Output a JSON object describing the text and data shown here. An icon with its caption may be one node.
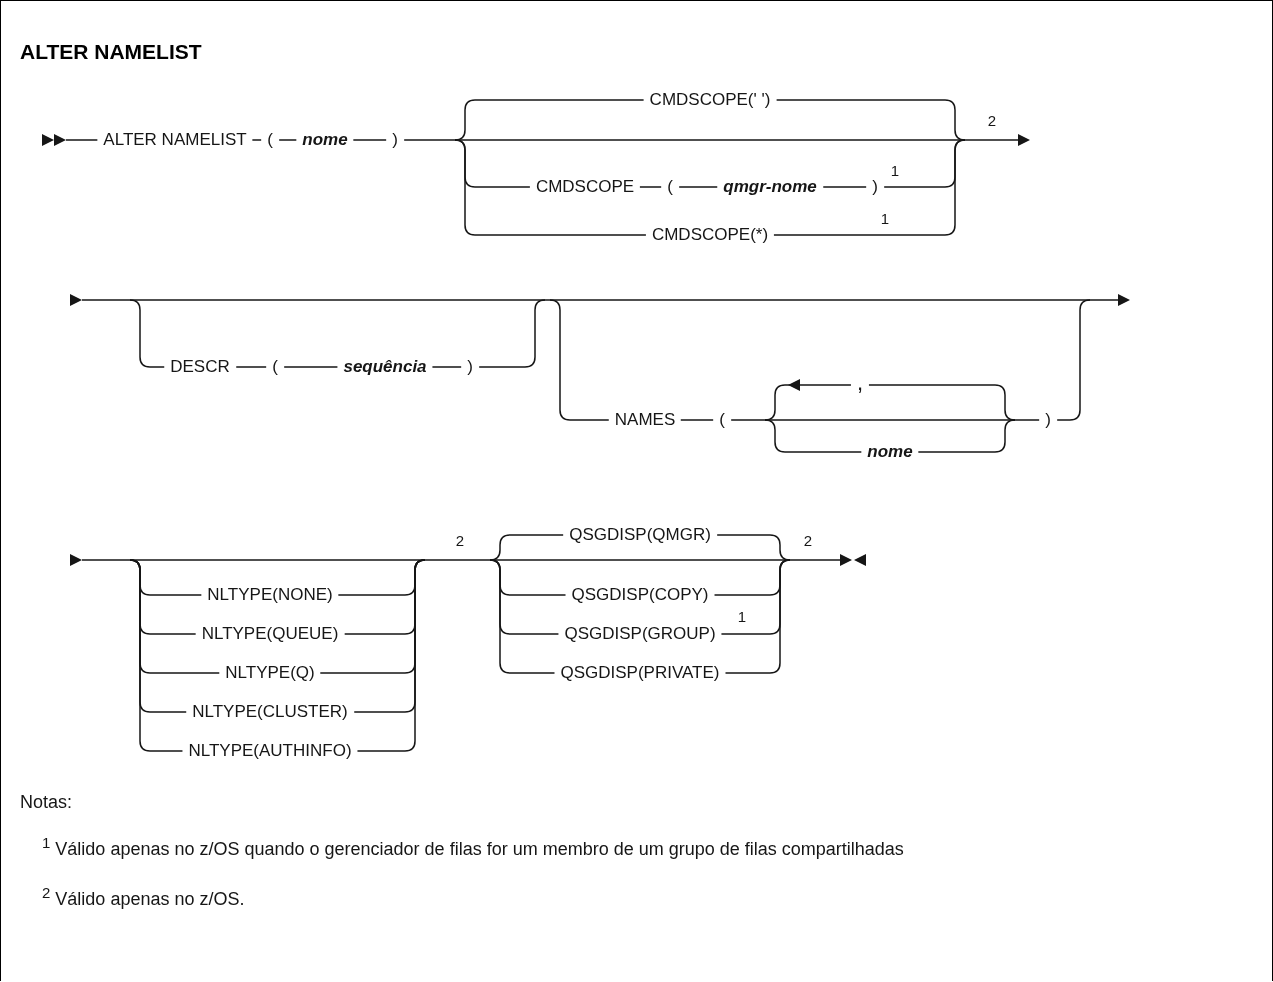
{
  "diagram": {
    "title": "ALTER NAMELIST",
    "labels": [
      "ALTER NAMELIST",
      "(",
      "nome",
      ")",
      "CMDSCOPE(' ')",
      "2",
      "CMDSCOPE",
      "(",
      "qmgr-nome",
      ")",
      "1",
      "CMDSCOPE(*)",
      "1",
      "DESCR",
      "(",
      "sequência",
      ")",
      ",",
      "NAMES",
      "(",
      ")",
      "nome",
      "2",
      "QSGDISP(QMGR)",
      "2",
      "NLTYPE(NONE)",
      "QSGDISP(COPY)",
      "NLTYPE(QUEUE)",
      "QSGDISP(GROUP)",
      "1",
      "NLTYPE(Q)",
      "QSGDISP(PRIVATE)",
      "NLTYPE(CLUSTER)",
      "NLTYPE(AUTHINFO)",
      "Notas:",
      "$^{1}$ Válido apenas no z/OS quando o gerenciador de filas for um membro de um grupo de filas compartilhadas",
      "$^{2}$ Válido apenas no z/OS."
    ]
  }
}
